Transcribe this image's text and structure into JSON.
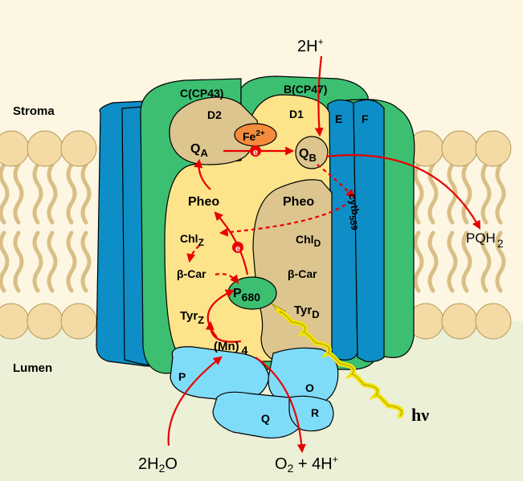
{
  "regions": {
    "stroma": "Stroma",
    "lumen": "Lumen"
  },
  "subunits": {
    "cp43": "C(CP43)",
    "cp47": "B(CP47)",
    "d2": "D2",
    "d1": "D1",
    "e": "E",
    "f": "F",
    "p": "P",
    "o": "O",
    "q": "Q",
    "r": "R"
  },
  "cofactors": {
    "fe_base": "Fe",
    "fe_sup": "2+",
    "qa_base": "Q",
    "qa_sub": "A",
    "qb_base": "Q",
    "qb_sub": "B",
    "pheo_left": "Pheo",
    "pheo_right": "Pheo",
    "chlz_base": "Chl",
    "chlz_sub": "Z",
    "chld_base": "Chl",
    "chld_sub": "D",
    "bcar_left": "β-Car",
    "bcar_right": "β-Car",
    "p680_base": "P",
    "p680_sub": "680",
    "tyrz_base": "Tyr",
    "tyrz_sub": "Z",
    "tyrd_base": "Tyr",
    "tyrd_sub": "D",
    "mn_base": "(Mn)",
    "mn_sub": "4",
    "cytb_base": "cytb",
    "cytb_sub": "559",
    "electron": "e"
  },
  "reactants": {
    "h_top_base": "2H",
    "h_top_sup": "+",
    "pqh_base": "PQH",
    "pqh_sub": "2",
    "water_a": "2H",
    "water_sub": "2",
    "water_b": "O",
    "o2_base": "O",
    "o2_sub": "2",
    "o2_rest": " + 4H",
    "o2_sup": "+",
    "light": "hν"
  },
  "colors": {
    "green": "#3dbf72",
    "blue": "#0e8ec6",
    "yellow": "#fde38a",
    "tan": "#dcc58e",
    "cyan": "#7fdcf9",
    "red": "#e80000",
    "photon": "#f3e400",
    "lipid": "#f4dba5",
    "stroma_bg": "#fdf6e3",
    "lumen_bg": "#ecf0d6"
  }
}
